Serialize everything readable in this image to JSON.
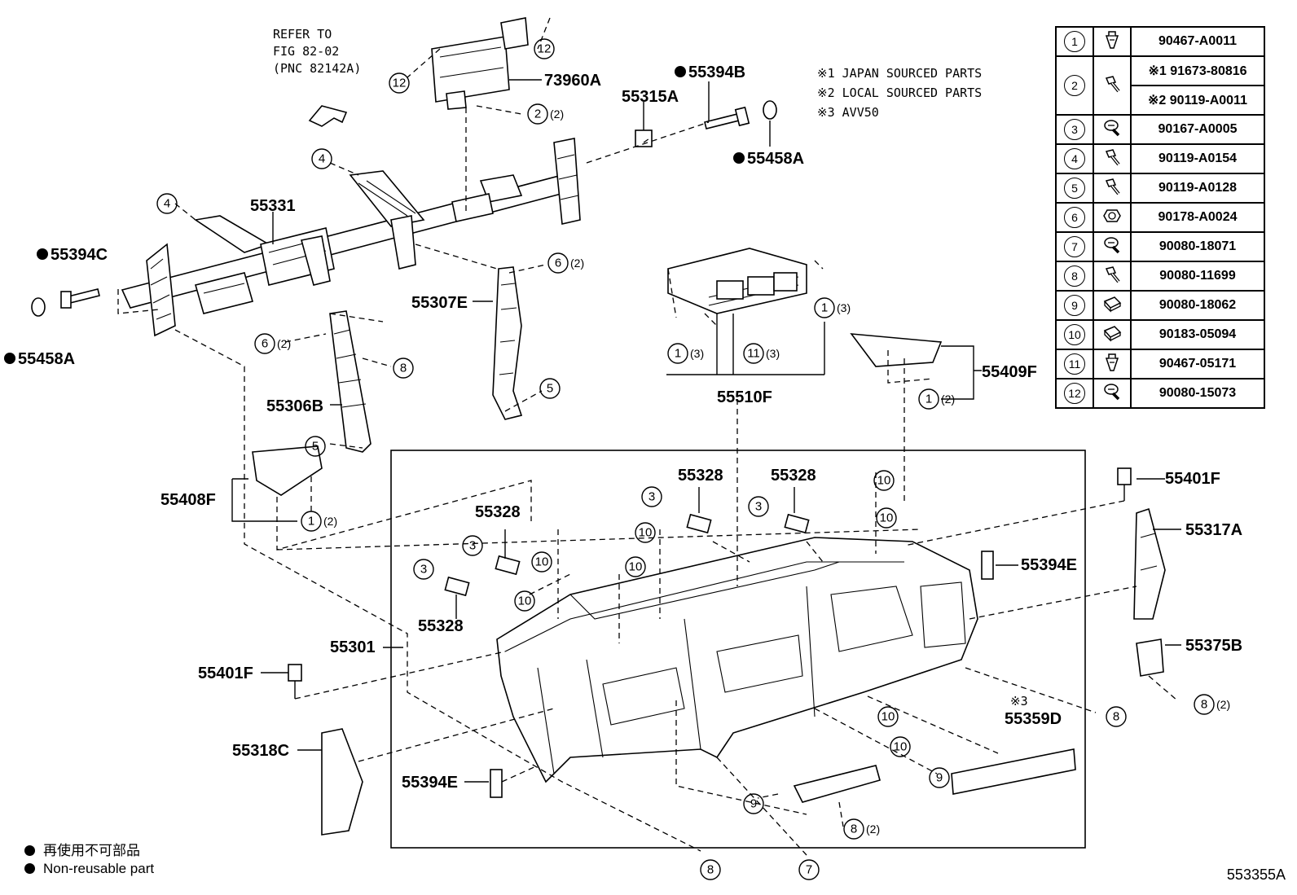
{
  "refer_note": [
    "REFER TO",
    "FIG 82-02",
    "(PNC 82142A)"
  ],
  "sourcing_notes": [
    "※1 JAPAN SOURCED PARTS",
    "※2 LOCAL SOURCED PARTS",
    "※3 AVV50"
  ],
  "labels": {
    "p73960A": "73960A",
    "p55394B": "55394B",
    "p55315A": "55315A",
    "p55458A_top": "55458A",
    "p55331": "55331",
    "p55394C": "55394C",
    "p55458A_left": "55458A",
    "p55307E": "55307E",
    "p55306B": "55306B",
    "p55510F": "55510F",
    "p55409F": "55409F",
    "p55408F": "55408F",
    "p55328_a": "55328",
    "p55328_b": "55328",
    "p55328_c": "55328",
    "p55328_d": "55328",
    "p55401F_right": "55401F",
    "p55317A": "55317A",
    "p55394E_right": "55394E",
    "p55301": "55301",
    "p55401F_left": "55401F",
    "p55375B": "55375B",
    "p55359D_note": "※3",
    "p55359D": "55359D",
    "p55318C": "55318C",
    "p55394E_left": "55394E"
  },
  "callouts": {
    "c1": "1",
    "c2": "2",
    "c3": "3",
    "c4": "4",
    "c5": "5",
    "c6": "6",
    "c7": "7",
    "c8": "8",
    "c9": "9",
    "c10": "10",
    "c11": "11",
    "c12": "12"
  },
  "quantities": {
    "q2": "(2)",
    "q3": "(3)"
  },
  "parts_table": [
    {
      "index": "1",
      "icon": "clip-icon",
      "numbers": [
        "90467-A0011"
      ]
    },
    {
      "index": "2",
      "icon": "bolt-icon",
      "numbers": [
        "※1 91673-80816",
        "※2 90119-A0011"
      ]
    },
    {
      "index": "3",
      "icon": "screw-icon",
      "numbers": [
        "90167-A0005"
      ]
    },
    {
      "index": "4",
      "icon": "bolt-icon",
      "numbers": [
        "90119-A0154"
      ]
    },
    {
      "index": "5",
      "icon": "bolt-icon",
      "numbers": [
        "90119-A0128"
      ]
    },
    {
      "index": "6",
      "icon": "nut-icon",
      "numbers": [
        "90178-A0024"
      ]
    },
    {
      "index": "7",
      "icon": "screw-icon",
      "numbers": [
        "90080-18071"
      ]
    },
    {
      "index": "8",
      "icon": "bolt-icon",
      "numbers": [
        "90080-11699"
      ]
    },
    {
      "index": "9",
      "icon": "clip-nut-icon",
      "numbers": [
        "90080-18062"
      ]
    },
    {
      "index": "10",
      "icon": "clip-nut-icon",
      "numbers": [
        "90183-05094"
      ]
    },
    {
      "index": "11",
      "icon": "clip-icon",
      "numbers": [
        "90467-05171"
      ]
    },
    {
      "index": "12",
      "icon": "screw-icon",
      "numbers": [
        "90080-15073"
      ]
    }
  ],
  "legend": {
    "jp": "再使用不可部品",
    "en": "Non-reusable part"
  },
  "figure_code": "553355A"
}
